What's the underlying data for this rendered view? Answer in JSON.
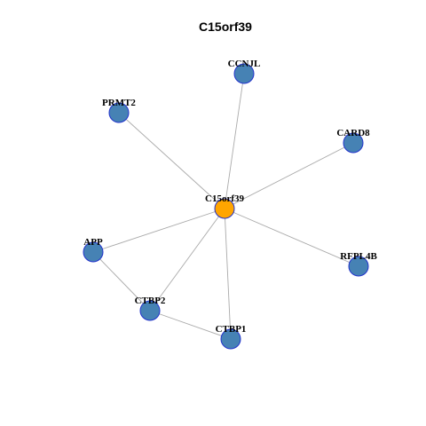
{
  "title": "C15orf39",
  "colors": {
    "hub_node": "#ffa500",
    "neighbor_node": "#4682b4",
    "node_border": "#2233cc",
    "edge": "#aaaaaa"
  },
  "nodes": [
    {
      "id": "C15orf39",
      "label": "C15orf39",
      "role": "hub"
    },
    {
      "id": "CCNJL",
      "label": "CCNJL",
      "role": "neighbor"
    },
    {
      "id": "PRMT2",
      "label": "PRMT2",
      "role": "neighbor"
    },
    {
      "id": "CARD8",
      "label": "CARD8",
      "role": "neighbor"
    },
    {
      "id": "APP",
      "label": "APP",
      "role": "neighbor"
    },
    {
      "id": "RFPL4B",
      "label": "RFPL4B",
      "role": "neighbor"
    },
    {
      "id": "CTBP2",
      "label": "CTBP2",
      "role": "neighbor"
    },
    {
      "id": "CTBP1",
      "label": "CTBP1",
      "role": "neighbor"
    }
  ],
  "edges": [
    [
      "C15orf39",
      "CCNJL"
    ],
    [
      "C15orf39",
      "PRMT2"
    ],
    [
      "C15orf39",
      "CARD8"
    ],
    [
      "C15orf39",
      "APP"
    ],
    [
      "C15orf39",
      "RFPL4B"
    ],
    [
      "C15orf39",
      "CTBP2"
    ],
    [
      "C15orf39",
      "CTBP1"
    ],
    [
      "APP",
      "CTBP2"
    ],
    [
      "CTBP2",
      "CTBP1"
    ]
  ]
}
